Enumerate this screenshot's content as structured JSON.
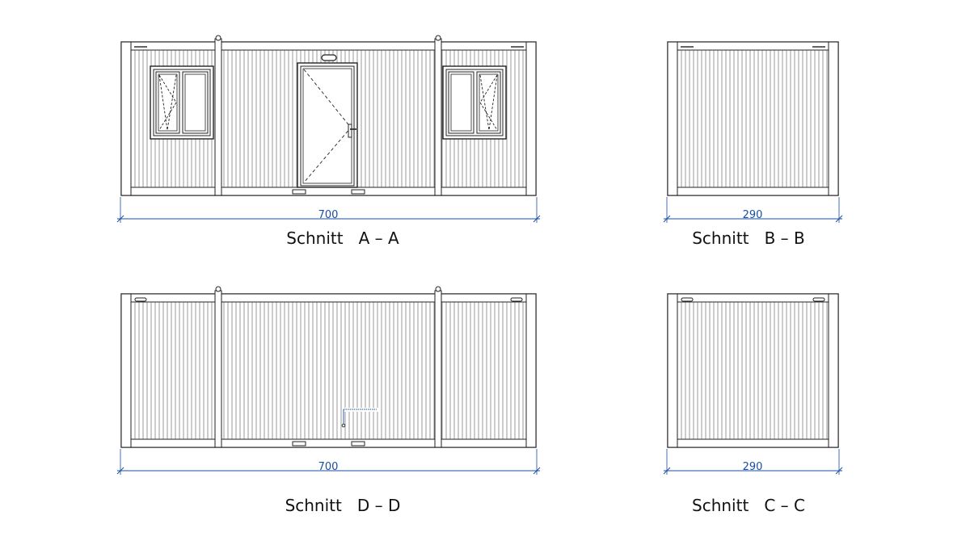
{
  "colors": {
    "line": "#222222",
    "rib": "#555555",
    "dimension": "#1a4fa0",
    "glass": "#ffffff",
    "background": "#ffffff"
  },
  "views": {
    "aa": {
      "dimension": "700",
      "title": "Schnitt   A – A"
    },
    "bb": {
      "dimension": "290",
      "title": "Schnitt   B – B"
    },
    "dd": {
      "dimension": "700",
      "title": "Schnitt   D – D"
    },
    "cc": {
      "dimension": "290",
      "title": "Schnitt   C – C"
    }
  }
}
